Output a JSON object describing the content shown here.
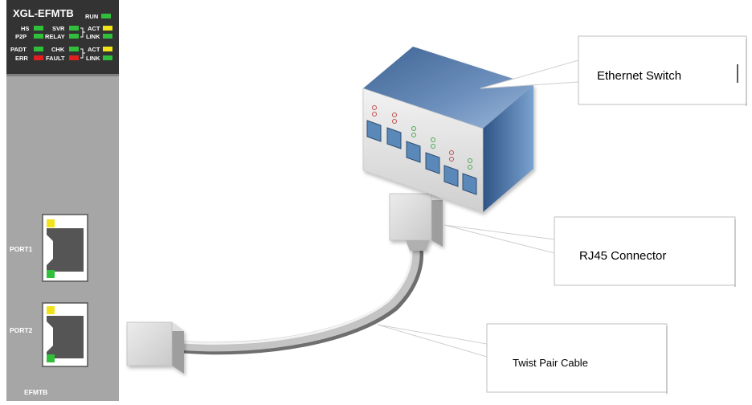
{
  "module": {
    "model": "XGL-EFMTB",
    "footer_label": "EFMTB",
    "leds": [
      {
        "label": "RUN",
        "color": "#2fbf3a"
      },
      {
        "label": "HS",
        "color": "#2fbf3a"
      },
      {
        "label": "SVR",
        "color": "#2fbf3a"
      },
      {
        "label": "ACT",
        "color": "#f2e21a"
      },
      {
        "label": "P2P",
        "color": "#2fbf3a"
      },
      {
        "label": "RELAY",
        "color": "#2fbf3a"
      },
      {
        "label": "LINK",
        "color": "#2fbf3a"
      },
      {
        "label": "PADT",
        "color": "#2fbf3a"
      },
      {
        "label": "CHK",
        "color": "#2fbf3a"
      },
      {
        "label": "ACT",
        "color": "#f2e21a"
      },
      {
        "label": "ERR",
        "color": "#e02020"
      },
      {
        "label": "FAULT",
        "color": "#e02020"
      },
      {
        "label": "LINK",
        "color": "#2fbf3a"
      }
    ],
    "ports": [
      {
        "label": "PORT1"
      },
      {
        "label": "PORT2"
      }
    ]
  },
  "callouts": {
    "switch": "Ethernet Switch",
    "connector": "RJ45 Connector",
    "cable": "Twist Pair Cable"
  },
  "colors": {
    "module_header": "#333333",
    "module_body": "#a6a6a6",
    "switch_top": "#4a6f9c",
    "switch_front": "#e6e6e6",
    "cable": "#b5b5b5",
    "callout_border": "#bfbfbf"
  }
}
